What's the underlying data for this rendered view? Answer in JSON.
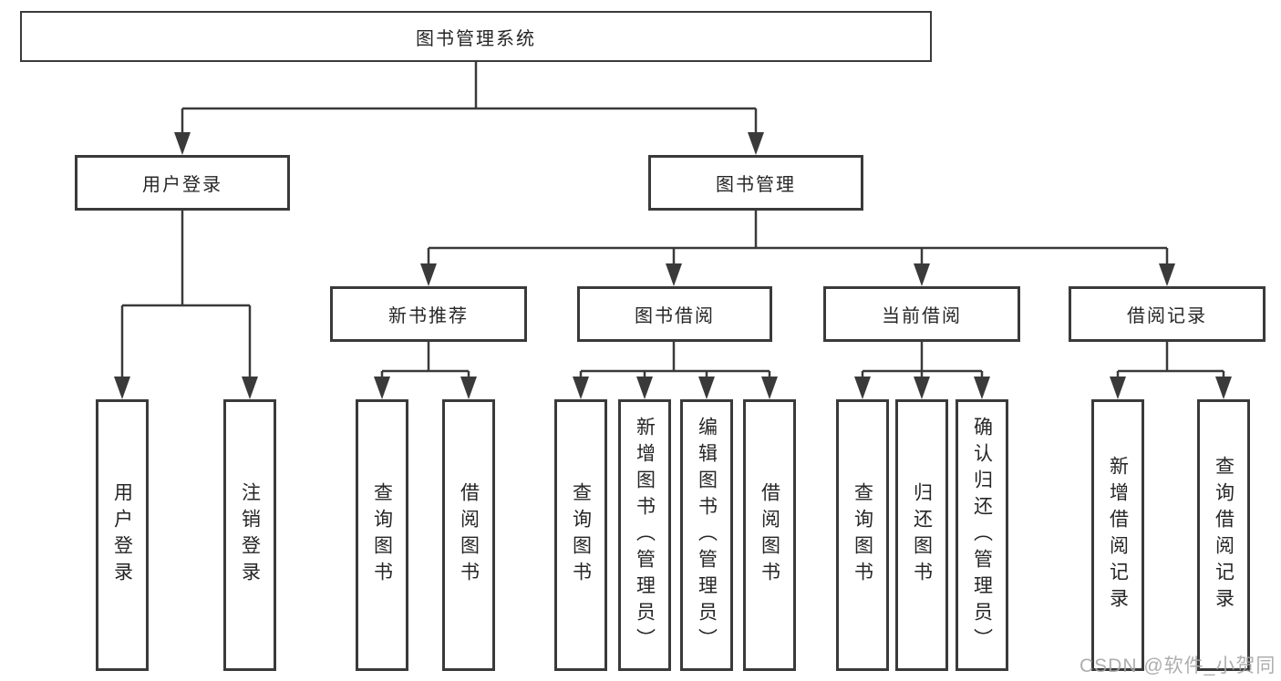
{
  "tree": {
    "root": {
      "label": "图书管理系统"
    },
    "branches": [
      {
        "label": "用户登录",
        "children": [
          {
            "label": "用户登录"
          },
          {
            "label": "注销登录"
          }
        ]
      },
      {
        "label": "图书管理",
        "children": [
          {
            "label": "新书推荐",
            "children": [
              {
                "label": "查询图书"
              },
              {
                "label": "借阅图书"
              }
            ]
          },
          {
            "label": "图书借阅",
            "children": [
              {
                "label": "查询图书"
              },
              {
                "label": "新增图书（管理员）"
              },
              {
                "label": "编辑图书（管理员）"
              },
              {
                "label": "借阅图书"
              }
            ]
          },
          {
            "label": "当前借阅",
            "children": [
              {
                "label": "查询图书"
              },
              {
                "label": "归还图书"
              },
              {
                "label": "确认归还（管理员）"
              }
            ]
          },
          {
            "label": "借阅记录",
            "children": [
              {
                "label": "新增借阅记录"
              },
              {
                "label": "查询借阅记录"
              }
            ]
          }
        ]
      }
    ]
  },
  "watermark": {
    "text": "CSDN @软件_小贺同学"
  },
  "colors": {
    "line": "#3a3a3a",
    "box_border": "#3a3a3a",
    "text": "#262626",
    "watermark": "#a6a6a6",
    "background": "#ffffff"
  }
}
